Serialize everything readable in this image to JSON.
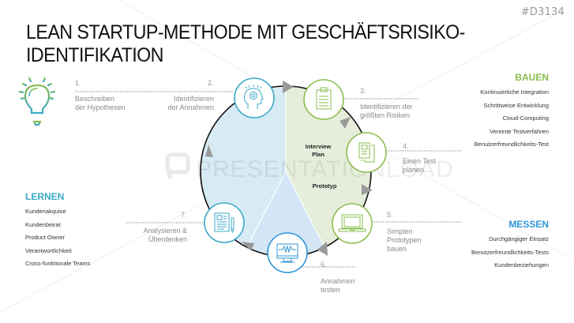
{
  "code": "#D3134",
  "title": {
    "line1": "LEAN STARTUP-METHODE MIT GESCHÄFTSRISIKO-",
    "line2": "IDENTIFIKATION"
  },
  "watermark": "PRESENTATIONLOAD",
  "colors": {
    "blue": "#3aa9c9",
    "green": "#8bbd4f",
    "messen_blue": "#2f96d6",
    "light_blue_fill": "#d7ebf4",
    "light_green_fill": "#e6eedb",
    "bottom_blue_fill": "#d2e6f6",
    "arrow_gray": "#9a9a9a"
  },
  "steps": [
    {
      "num": "1.",
      "line1": "Beschreiben",
      "line2": "der Hypothesen",
      "icon": "lightbulb-icon"
    },
    {
      "num": "2.",
      "line1": "Identifizieren",
      "line2": "der Annahmen",
      "icon": "head-brain-icon"
    },
    {
      "num": "3.",
      "line1": "Identifizieren der",
      "line2": "größten Risiken",
      "icon": "clipboard-icon"
    },
    {
      "num": "4.",
      "line1": "Einen Test",
      "line2": "planen",
      "icon": "documents-icon"
    },
    {
      "num": "5.",
      "line1": "Simplen",
      "line2": "Prototypen",
      "line3": "bauen",
      "icon": "laptop-icon"
    },
    {
      "num": "6.",
      "line1": "Annahmen",
      "line2": "testen",
      "icon": "monitor-pulse-icon"
    },
    {
      "num": "7.",
      "line1": "Analysieren &",
      "line2": "Überdenken",
      "icon": "report-pen-icon"
    }
  ],
  "center": {
    "interview_line1": "Interview",
    "interview_line2": "Plan",
    "prototyp": "Prototyp"
  },
  "lernen": {
    "heading": "LERNEN",
    "items": [
      "Kundenakquise",
      "Kundenbeirat",
      "Product Owner",
      "Verantwortlichkeit",
      "Cross-funktionale Teams"
    ]
  },
  "bauen": {
    "heading": "BAUEN",
    "items": [
      "Kontinuierliche Integration",
      "Schrittweise Entwicklung",
      "Cloud-Computing",
      "Vereinte Testverfahren",
      "Benutzerfreundlichkeits-Test"
    ]
  },
  "messen": {
    "heading": "MESSEN",
    "items": [
      "Durchgängiger Einsatz",
      "Benutzerfreundlichkeits-Tests",
      "Kundenbeziehungen"
    ]
  }
}
